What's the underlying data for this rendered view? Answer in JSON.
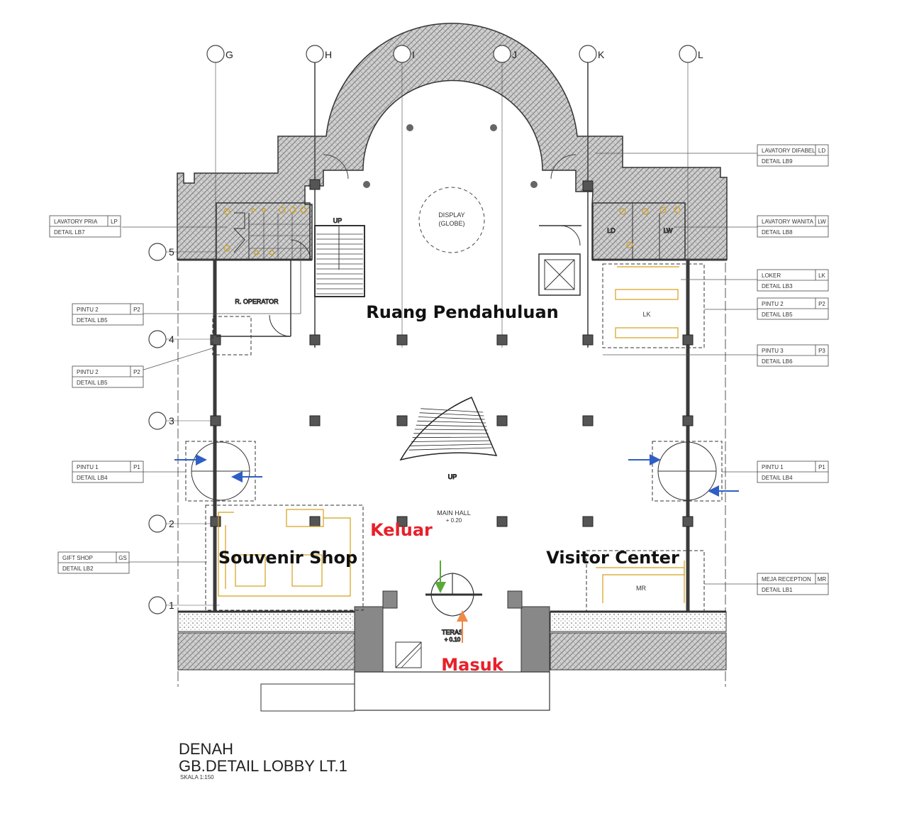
{
  "grid_columns": [
    "G",
    "H",
    "I",
    "J",
    "K",
    "L"
  ],
  "grid_rows": [
    "5",
    "4",
    "3",
    "2",
    "1"
  ],
  "rooms": {
    "display": "DISPLAY",
    "display_sub": "(GLOBE)",
    "up_stair": "UP",
    "operator": "R. OPERATOR",
    "lk": "LK",
    "ld": "LD",
    "lw": "LW",
    "up_main": "UP",
    "main_hall": "MAIN HALL",
    "main_hall_level": "+ 0.20",
    "mr": "MR",
    "teras": "TERAS",
    "teras_level": "+ 0.10"
  },
  "overlay_labels": {
    "ruang_pendahuluan": "Ruang Pendahuluan",
    "souvenir_shop": "Souvenir Shop",
    "visitor_center": "Visitor Center",
    "keluar": "Keluar",
    "masuk": "Masuk"
  },
  "tags": [
    {
      "name": "LAVATORY DIFABEL",
      "code": "LD",
      "detail": "DETAIL LB9"
    },
    {
      "name": "LAVATORY PRIA",
      "code": "LP",
      "detail": "DETAIL LB7"
    },
    {
      "name": "LAVATORY WANITA",
      "code": "LW",
      "detail": "DETAIL LB8"
    },
    {
      "name": "PINTU 2",
      "code": "P2",
      "detail": "DETAIL LB5"
    },
    {
      "name": "PINTU 2",
      "code": "P2",
      "detail": "DETAIL LB5"
    },
    {
      "name": "LOKER",
      "code": "LK",
      "detail": "DETAIL LB3"
    },
    {
      "name": "PINTU 2",
      "code": "P2",
      "detail": "DETAIL LB5"
    },
    {
      "name": "PINTU 3",
      "code": "P3",
      "detail": "DETAIL LB6"
    },
    {
      "name": "PINTU 1",
      "code": "P1",
      "detail": "DETAIL LB4"
    },
    {
      "name": "PINTU 1",
      "code": "P1",
      "detail": "DETAIL LB4"
    },
    {
      "name": "GIFT SHOP",
      "code": "GS",
      "detail": "DETAIL LB2"
    },
    {
      "name": "MEJA RECEPTION",
      "code": "MR",
      "detail": "DETAIL LB1"
    }
  ],
  "title": {
    "line1": "DENAH",
    "line2": "GB.DETAIL LOBBY",
    "level": "LT.1",
    "scale": "SKALA 1:150"
  },
  "colors": {
    "wall": "#3a3a3a",
    "fixture": "#d4a017",
    "arrow_in": "#2f5fc4",
    "arrow_green": "#5aa83a",
    "arrow_orange": "#ee8a4a",
    "label_red": "#e8202a"
  }
}
